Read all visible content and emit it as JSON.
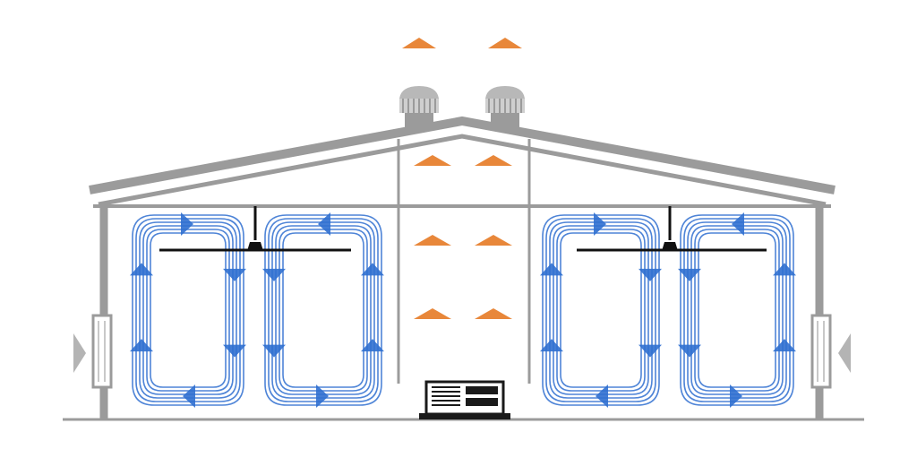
{
  "colors": {
    "structure": "#9b9b9b",
    "structure_light": "#c8c8c8",
    "cool_air": "#2f6fd0",
    "cool_air_light": "#9cc0ef",
    "warm_air": "#e8873a",
    "warm_air_light": "#f6c99c",
    "fan": "#111111",
    "heater": "#1a1a1a",
    "background": "#ffffff"
  },
  "components": {
    "roof_vents": 2,
    "ceiling_fans": 2,
    "wall_inlets": 2,
    "heater": 1,
    "cool_circulation_loops": 4,
    "warm_updraft_columns": 2
  },
  "icons": {
    "heater": "heater-icon",
    "fan": "ceiling-fan-icon",
    "vent": "roof-vent-icon",
    "inlet": "wall-inlet-icon"
  }
}
